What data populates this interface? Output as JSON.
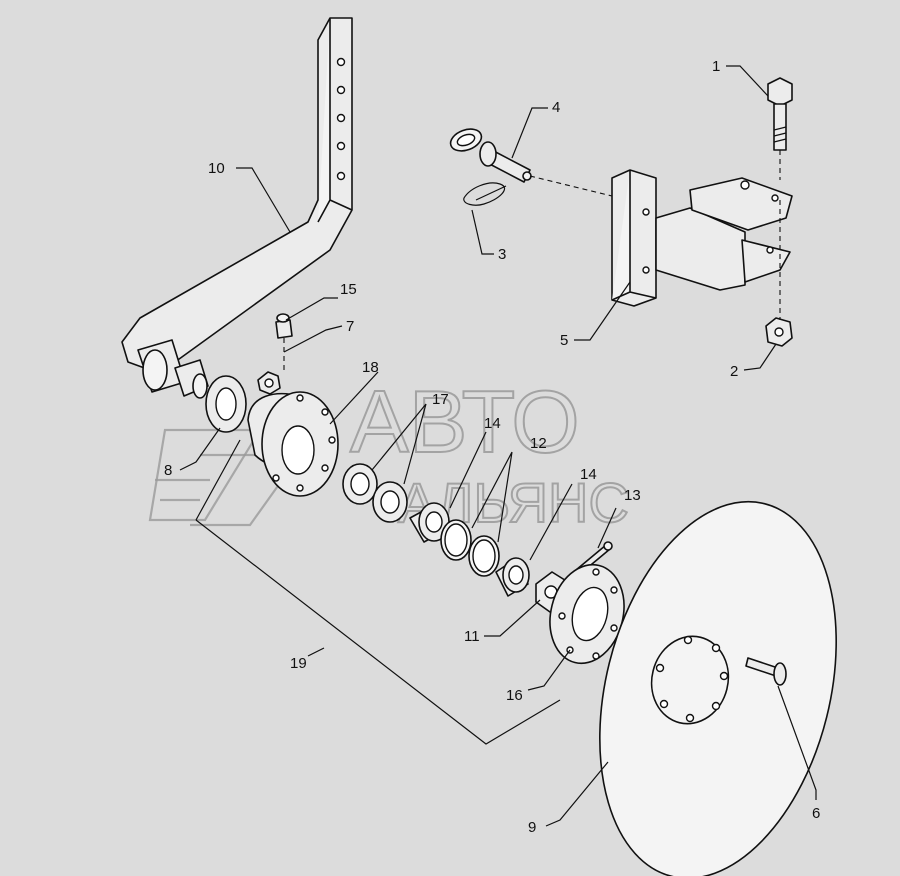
{
  "watermark": {
    "line1": "АВТО",
    "line2": "АЛЬЯНС"
  },
  "callouts": [
    {
      "id": "c1",
      "label": "1"
    },
    {
      "id": "c2",
      "label": "2"
    },
    {
      "id": "c3",
      "label": "3"
    },
    {
      "id": "c4",
      "label": "4"
    },
    {
      "id": "c5",
      "label": "5"
    },
    {
      "id": "c6",
      "label": "6"
    },
    {
      "id": "c7",
      "label": "7"
    },
    {
      "id": "c8",
      "label": "8"
    },
    {
      "id": "c9",
      "label": "9"
    },
    {
      "id": "c10",
      "label": "10"
    },
    {
      "id": "c11",
      "label": "11"
    },
    {
      "id": "c12",
      "label": "12"
    },
    {
      "id": "c13",
      "label": "13"
    },
    {
      "id": "c14a",
      "label": "14"
    },
    {
      "id": "c14b",
      "label": "14"
    },
    {
      "id": "c15",
      "label": "15"
    },
    {
      "id": "c16",
      "label": "16"
    },
    {
      "id": "c17",
      "label": "17"
    },
    {
      "id": "c18",
      "label": "18"
    },
    {
      "id": "c19",
      "label": "19"
    }
  ]
}
